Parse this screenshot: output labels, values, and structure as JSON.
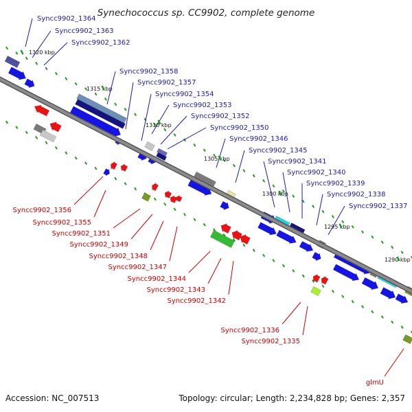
{
  "title": "Synechococcus sp. CC9902, complete genome",
  "footer": {
    "accession": "Accession: NC_007513",
    "summary": "Topology: circular; Length: 2,234,828 bp; Genes: 2,357"
  },
  "colors": {
    "forward_label": "#1a1ab0",
    "reverse_label": "#cc0000",
    "backbone": "#8c8c8c",
    "tick": "#1e9a1e"
  },
  "kbp_markers": [
    "1320 kbp",
    "1315 kbp",
    "1310 kbp",
    "1305 kbp",
    "1300 kbp",
    "1295 kbp",
    "1290 kbp"
  ],
  "forward_genes": [
    "Syncc9902_1364",
    "Syncc9902_1363",
    "Syncc9902_1362",
    "Syncc9902_1358",
    "Syncc9902_1357",
    "Syncc9902_1354",
    "Syncc9902_1353",
    "Syncc9902_1352",
    "Syncc9902_1350",
    "Syncc9902_1346",
    "Syncc9902_1345",
    "Syncc9902_1341",
    "Syncc9902_1340",
    "Syncc9902_1339",
    "Syncc9902_1338",
    "Syncc9902_1337"
  ],
  "reverse_genes": [
    "Syncc9902_1356",
    "Syncc9902_1355",
    "Syncc9902_1351",
    "Syncc9902_1349",
    "Syncc9902_1348",
    "Syncc9902_1347",
    "Syncc9902_1344",
    "Syncc9902_1343",
    "Syncc9902_1342",
    "Syncc9902_1336",
    "Syncc9902_1335",
    "glmU"
  ]
}
